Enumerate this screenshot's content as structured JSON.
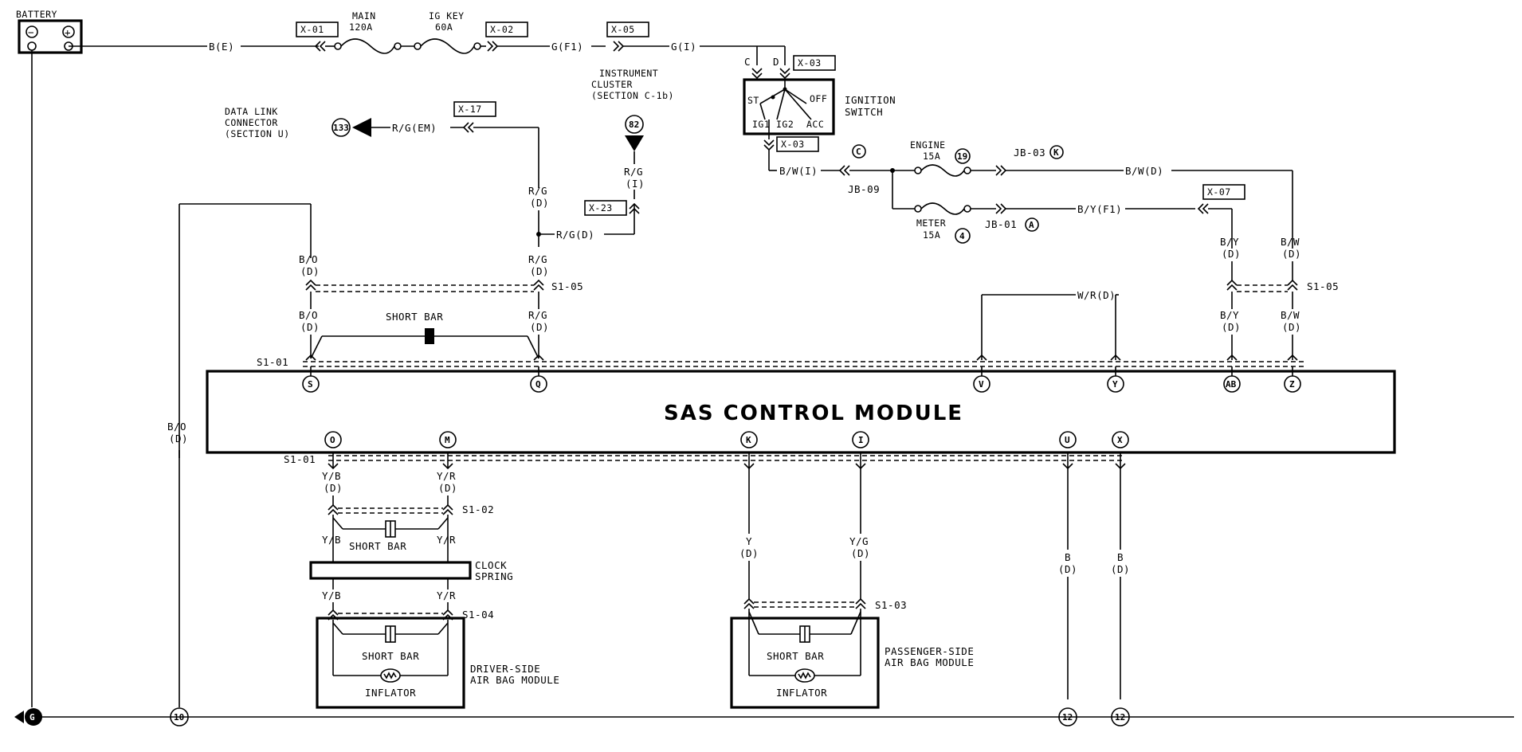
{
  "battery": {
    "label": "BATTERY",
    "neg": "−",
    "pos": "+"
  },
  "connectors": {
    "x01": "X-01",
    "x02": "X-02",
    "x05": "X-05",
    "x03a": "X-03",
    "x03b": "X-03",
    "x17": "X-17",
    "x23": "X-23",
    "x07": "X-07"
  },
  "fuses": {
    "main_name": "MAIN",
    "main_rating": "120A",
    "igkey_name": "IG KEY",
    "igkey_rating": "60A",
    "engine_name": "ENGINE",
    "engine_rating": "15A",
    "engine_num": "19",
    "meter_name": "METER",
    "meter_rating": "15A",
    "meter_num": "4"
  },
  "wires": {
    "be": "B(E)",
    "gf1": "G(F1)",
    "gi": "G(I)",
    "rg_em": "R/G(EM)",
    "rg_d_1": "R/G",
    "rg_d_1b": "(D)",
    "rg_d_2": "R/G",
    "rg_d_2b": "(D)",
    "rg_d_3": "R/G",
    "rg_d_3b": "(D)",
    "rg_i": "R/G",
    "rg_ib": "(I)",
    "rg_d_h": "R/G(D)",
    "bw_i": "B/W(I)",
    "bw_d_top": "B/W(D)",
    "by_f1": "B/Y(F1)",
    "bo1": "B/O",
    "bo1b": "(D)",
    "bo2": "B/O",
    "bo2b": "(D)",
    "bo3": "B/O",
    "bo3b": "(D)",
    "by1": "B/Y",
    "by1b": "(D)",
    "by2": "B/Y",
    "by2b": "(D)",
    "bw1": "B/W",
    "bw1b": "(D)",
    "bw2": "B/W",
    "bw2b": "(D)",
    "wr": "W/R(D)",
    "yb1": "Y/B",
    "yb1b": "(D)",
    "yr1": "Y/R",
    "yr1b": "(D)",
    "yb2": "Y/B",
    "yr2": "Y/R",
    "yb3": "Y/B",
    "yr3": "Y/R",
    "y": "Y",
    "yb": "(D)",
    "yg": "Y/G",
    "ygb": "(D)",
    "b1": "B",
    "b1b": "(D)",
    "b2": "B",
    "b2b": "(D)"
  },
  "joints": {
    "s1_01_top": "S1-01",
    "s1_05_a": "S1-05",
    "s1_05_b": "S1-05",
    "s1_01_bot": "S1-01",
    "s1_02": "S1-02",
    "s1_04": "S1-04",
    "s1_03": "S1-03",
    "jb03": "JB-03",
    "jb03_pin": "K",
    "jb09": "JB-09",
    "jb09_pin": "C",
    "jb01": "JB-01",
    "jb01_pin": "A"
  },
  "refs": {
    "dlc_l1": "DATA LINK",
    "dlc_l2": "CONNECTOR",
    "dlc_l3": "(SECTION U)",
    "dlc_num": "133",
    "ic_l1": "INSTRUMENT",
    "ic_l2": "CLUSTER",
    "ic_l3": "(SECTION C-1b)",
    "ic_num": "82"
  },
  "ignition": {
    "l1": "IGNITION",
    "l2": "SWITCH",
    "c": "C",
    "d": "D",
    "st": "ST",
    "off": "OFF",
    "ig1": "IG1",
    "ig2": "IG2",
    "acc": "ACC"
  },
  "module": {
    "title": "SAS CONTROL MODULE",
    "top_pins": [
      "S",
      "Q",
      "V",
      "Y",
      "AB",
      "Z"
    ],
    "bottom_pins": [
      "O",
      "M",
      "K",
      "I",
      "U",
      "X"
    ]
  },
  "short_bar": {
    "top": "SHORT BAR",
    "clock": "SHORT BAR",
    "driver": "SHORT BAR",
    "pass": "SHORT BAR"
  },
  "clock_spring": {
    "l1": "CLOCK",
    "l2": "SPRING"
  },
  "driver_module": {
    "l1": "DRIVER-SIDE",
    "l2": "AIR BAG MODULE",
    "inflator": "INFLATOR"
  },
  "pass_module": {
    "l1": "PASSENGER-SIDE",
    "l2": "AIR BAG MODULE",
    "inflator": "INFLATOR"
  },
  "ground": {
    "g": "G",
    "n10": "10",
    "n12a": "12",
    "n12b": "12"
  }
}
